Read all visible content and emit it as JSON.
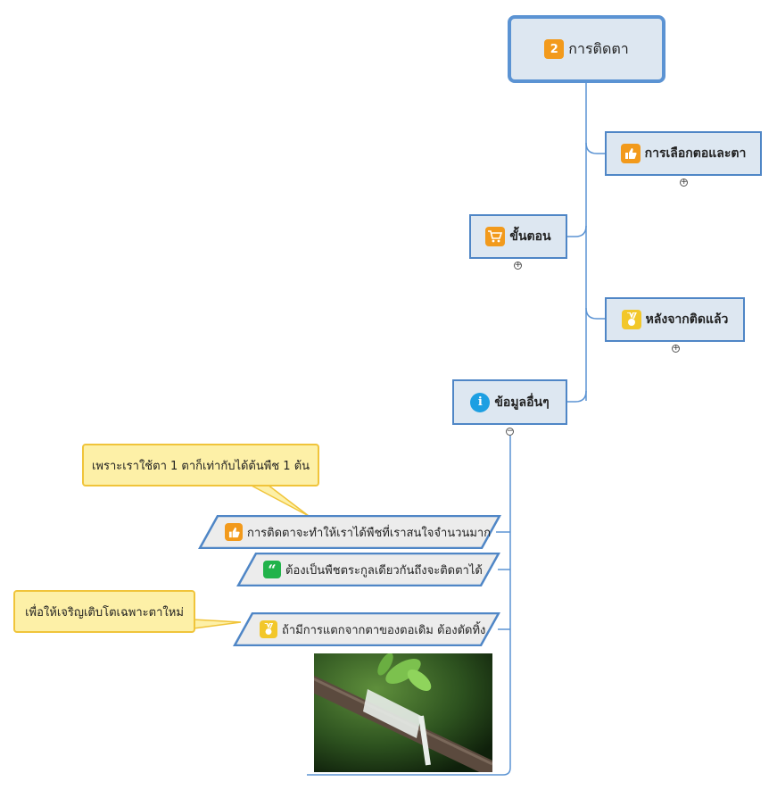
{
  "root": {
    "number": "2",
    "label": "การติดตา"
  },
  "topics": [
    {
      "id": "selection",
      "label": "การเลือกตอและตา",
      "icon": "thumbs-up-icon"
    },
    {
      "id": "steps",
      "label": "ขั้นตอน",
      "icon": "cart-icon"
    },
    {
      "id": "after",
      "label": "หลังจากติดแล้ว",
      "icon": "medal-icon"
    },
    {
      "id": "other",
      "label": "ข้อมูลอื่นๆ",
      "icon": "info-icon"
    }
  ],
  "details": [
    {
      "label": "การติดตาจะทำให้เราได้พืชที่เราสนใจจำนวนมาก",
      "icon": "thumbs-up-icon"
    },
    {
      "label": "ต้องเป็นพืชตระกูลเดียวกันถึงจะติดตาได้",
      "icon": "quote-icon"
    },
    {
      "label": "ถ้ามีการแตกจากตาของตอเดิม ต้องตัดทิ้ง",
      "icon": "medal-icon"
    }
  ],
  "callouts": [
    {
      "label": "เพราะเราใช้ตา 1 ตาก็เท่ากับได้ต้นพืช 1 ต้น"
    },
    {
      "label": "เพื่อให้เจริญเติบโตเฉพาะตาใหม่"
    }
  ],
  "image": {
    "subject": "grafted-branch-photo"
  },
  "colors": {
    "line": "#4f86c6",
    "topic_fill": "#dde7f1",
    "callout_fill": "#fdf0a7",
    "callout_border": "#f0c43a"
  }
}
